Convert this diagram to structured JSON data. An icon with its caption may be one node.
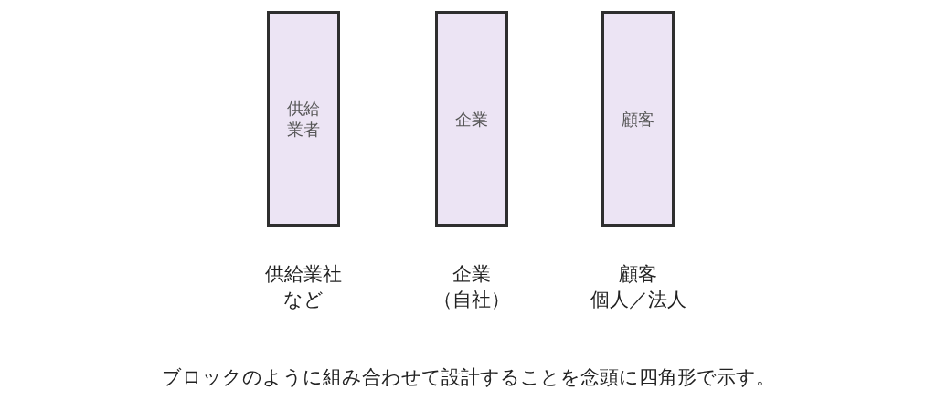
{
  "diagram": {
    "caption": "ブロックのように組み合わせて設計することを念頭に四角形で示す。",
    "nodes": [
      {
        "text": [
          "供給業者"
        ],
        "beside": [
          "供給業社",
          "など"
        ]
      },
      {
        "text": [
          "企業"
        ],
        "beside": [
          "企業",
          "（自社）"
        ]
      },
      {
        "text": [
          "顧客"
        ],
        "beside": [
          "顧客",
          "個人／法人"
        ]
      }
    ]
  }
}
